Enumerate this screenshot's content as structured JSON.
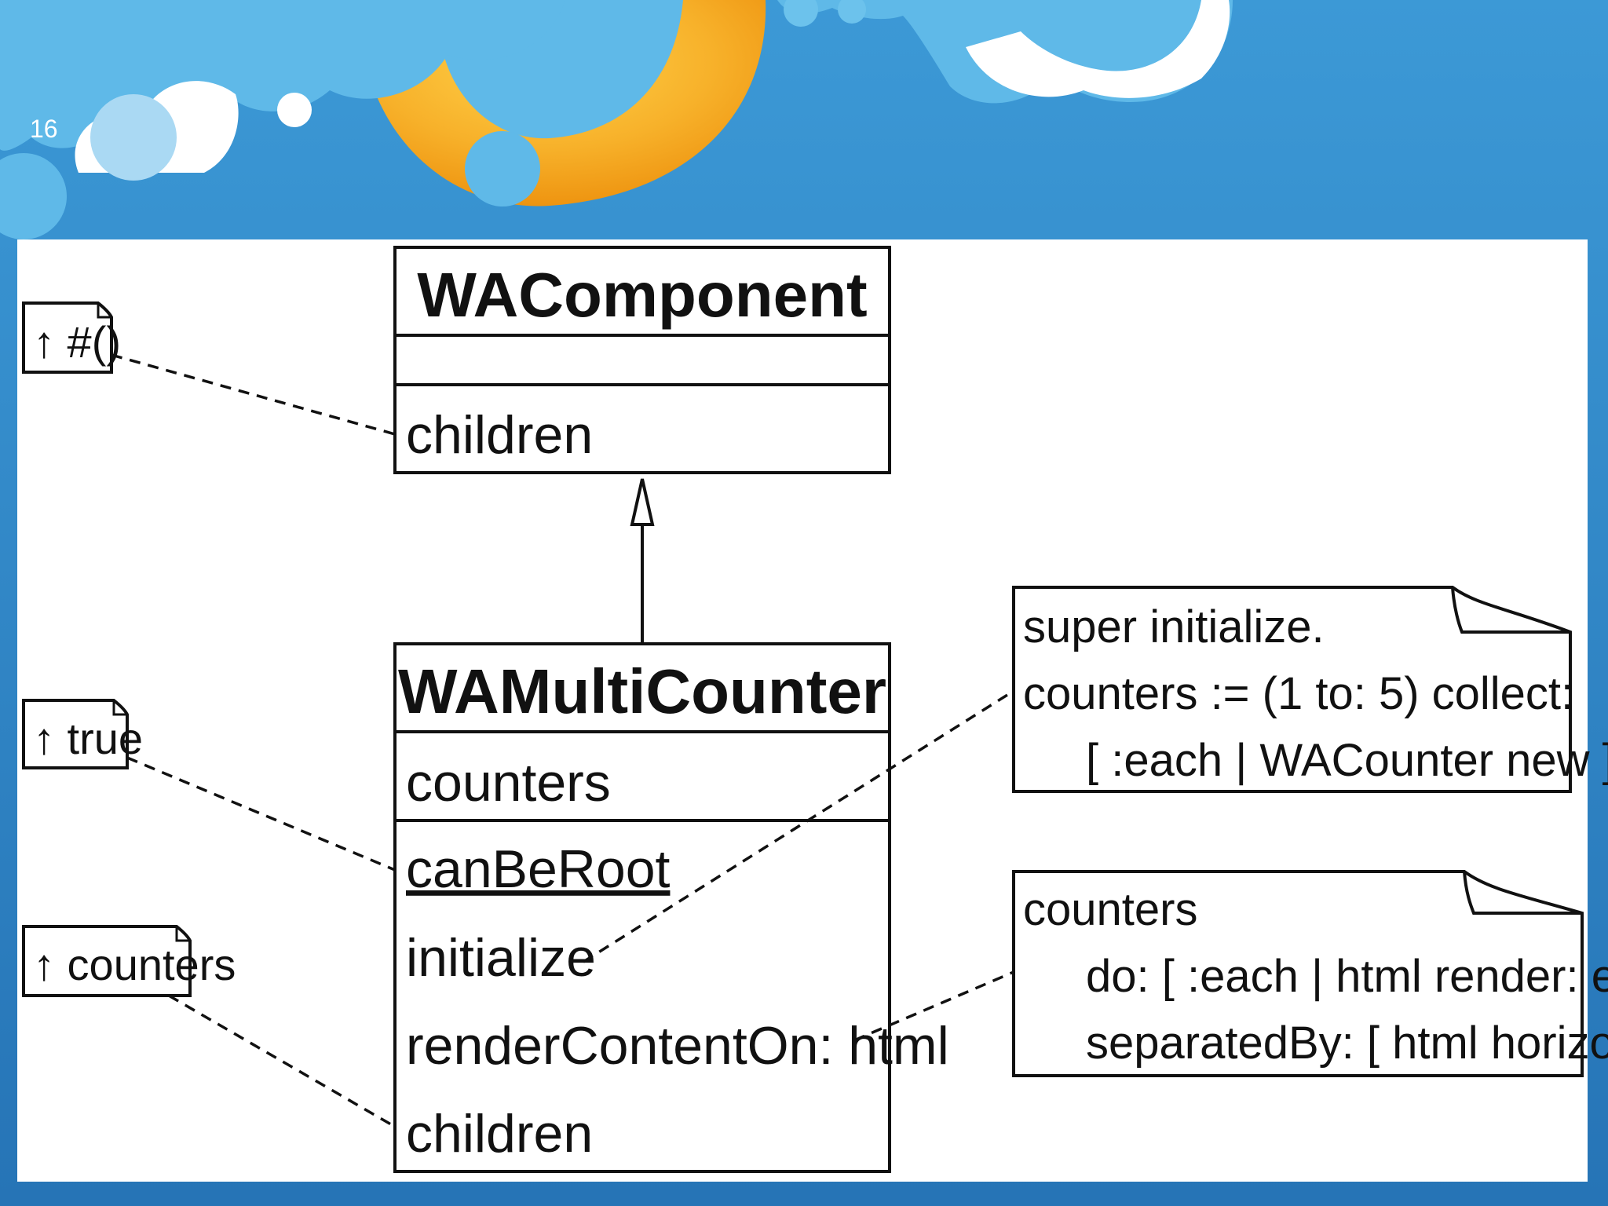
{
  "slide": {
    "number": "16"
  },
  "diagram": {
    "classes": [
      {
        "name": "WAComponent",
        "attributes": [],
        "methods": [
          {
            "text": "children",
            "underline": false
          }
        ]
      },
      {
        "name": "WAMultiCounter",
        "attributes": [
          "counters"
        ],
        "methods": [
          {
            "text": "canBeRoot",
            "underline": true
          },
          {
            "text": "initialize",
            "underline": false
          },
          {
            "text": "renderContentOn: html",
            "underline": false
          },
          {
            "text": "children",
            "underline": false
          }
        ]
      }
    ],
    "return_tags": [
      "↑ #()",
      "↑ true",
      "↑ counters"
    ],
    "notes": [
      {
        "lines": [
          "super initialize.",
          "counters := (1 to: 5) collect:",
          "[ :each | WACounter new ]"
        ]
      },
      {
        "lines": [
          "counters",
          "do: [ :each | html render: each ]",
          "separatedBy: [ html horizontalRule ]"
        ]
      }
    ]
  },
  "colors": {
    "sky": "#2f86c6",
    "cloud_blue": "#5fb9e8",
    "cloud_white": "#ffffff",
    "moon_orange": "#f6a417",
    "panel": "#ffffff",
    "ink": "#111111"
  }
}
